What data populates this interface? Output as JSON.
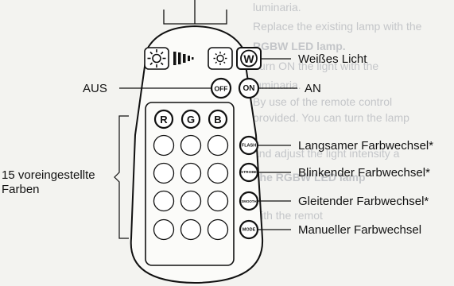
{
  "background_text": [
    "luminaria.",
    "Replace the existing lamp with the",
    "RGBW LED lamp.",
    "Turn ON the light with the",
    "luminaria.",
    "By use of the remote control",
    "provided. You can turn the lamp",
    "and adjust the light intensity a",
    "The RGBW LED lamp",
    "with the remot"
  ],
  "remote": {
    "buttons": {
      "row1": {
        "w": "W"
      },
      "onoff": {
        "off": "OFF",
        "on": "ON"
      },
      "rgb": {
        "r": "R",
        "g": "G",
        "b": "B"
      },
      "side": {
        "flash": "FLASH",
        "strobe": "STROBE",
        "smooth": "SMOOTH",
        "mode": "MODE"
      }
    },
    "color_grid": {
      "rows": 4,
      "cols": 3
    }
  },
  "labels": {
    "white_light": "Weißes Licht",
    "on": "AN",
    "off": "AUS",
    "slow_fade": "Langsamer Farbwechsel*",
    "flashing": "Blinkender Farbwechsel*",
    "smooth": "Gleitender Farbwechsel*",
    "manual": "Manueller Farbwechsel",
    "presets": "15 voreingestellte",
    "colors": "Farben"
  },
  "colors": {
    "ink": "#111111",
    "paper": "#f3f3f0",
    "ghost": "#c4c6c9"
  }
}
